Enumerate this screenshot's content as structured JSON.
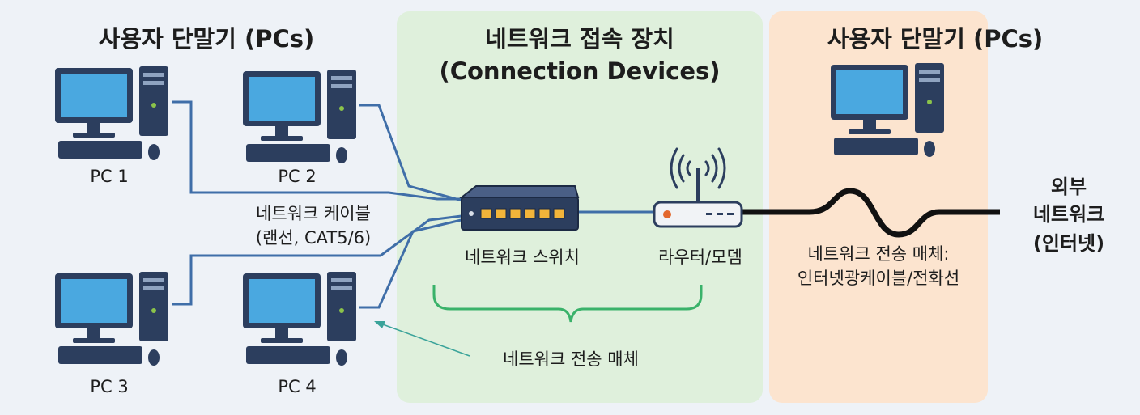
{
  "sections": {
    "left_title": "사용자 단말기 (PCs)",
    "center_title_line1": "네트워크 접속 장치",
    "center_title_line2": "(Connection Devices)",
    "right_title": "사용자 단말기 (PCs)"
  },
  "pcs": [
    "PC 1",
    "PC 2",
    "PC 3",
    "PC 4"
  ],
  "cable_label": {
    "line1": "네트워크 케이블",
    "line2": "(랜선, CAT5/6)"
  },
  "devices": {
    "switch": "네트워크 스위치",
    "router": "라우터/모뎀"
  },
  "transmission_bracket_label": "네트워크 전송 매체",
  "external_media": {
    "line1": "네트워크 전송 매체:",
    "line2": "인터넷광케이블/전화선"
  },
  "external_network": {
    "line1": "외부",
    "line2": "네트워크",
    "line3": "(인터넷)"
  },
  "colors": {
    "green_panel": "#dff0dc",
    "orange_panel": "#fce4cf",
    "cable_blue": "#3f6ea8",
    "bracket_green": "#3ab26a",
    "arrow_teal": "#3aa39a",
    "screen_blue": "#4aa8e0",
    "device_navy": "#2c3e5e"
  },
  "icons": [
    "computer-icon",
    "network-switch-icon",
    "router-icon",
    "wireless-signal-icon",
    "arrow-icon"
  ]
}
